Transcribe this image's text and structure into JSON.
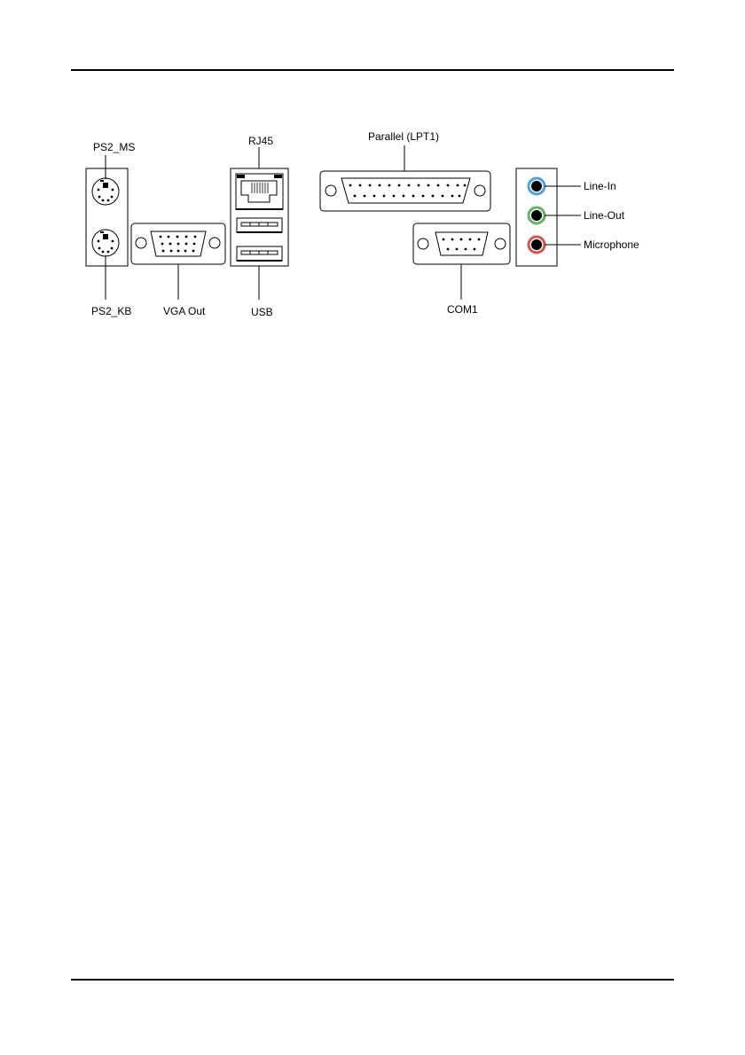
{
  "page": {
    "number": ""
  },
  "diagram": {
    "labels": {
      "ps2_ms": "PS2_MS",
      "ps2_kb": "PS2_KB",
      "vga": "VGA Out",
      "rj45": "RJ45",
      "usb": "USB",
      "parallel": "Parallel (LPT1)",
      "com1": "COM1",
      "line_in": "Line-In",
      "line_out": "Line-Out",
      "microphone": "Microphone"
    },
    "audio_colors": {
      "line_in": "#4aa3df",
      "line_out": "#5cb85c",
      "microphone": "#d9534f"
    }
  }
}
